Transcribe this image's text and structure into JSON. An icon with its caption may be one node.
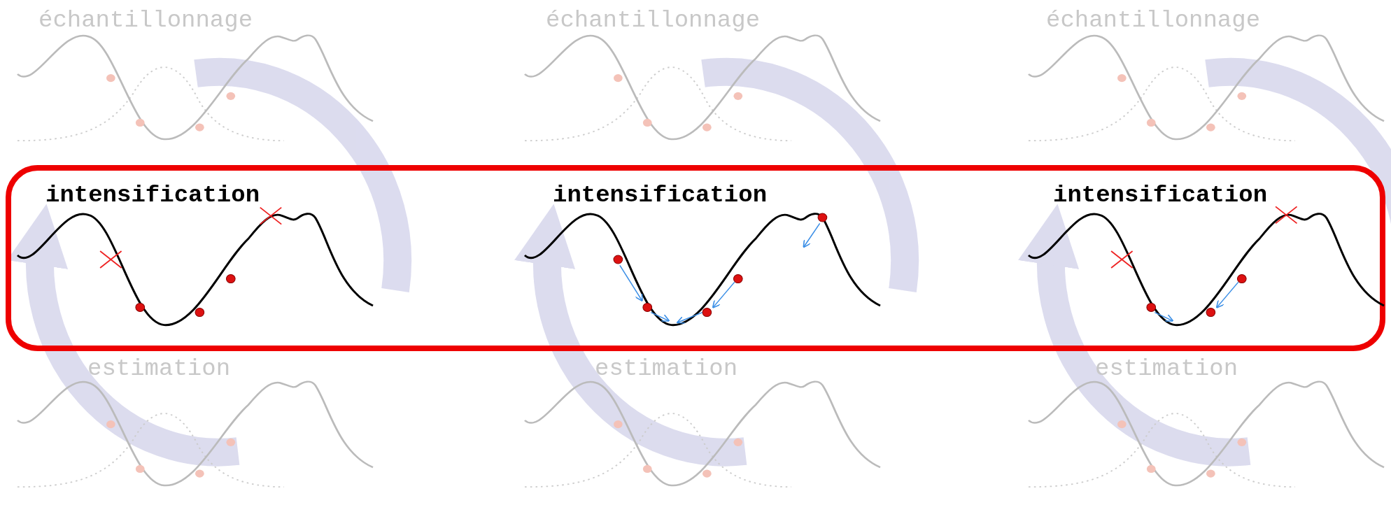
{
  "diagram": {
    "labels": [
      "échantillonnage",
      "échantillonnage",
      "échantillonnage",
      "intensification",
      "intensification",
      "intensification",
      "estimation",
      "estimation",
      "estimation"
    ]
  }
}
